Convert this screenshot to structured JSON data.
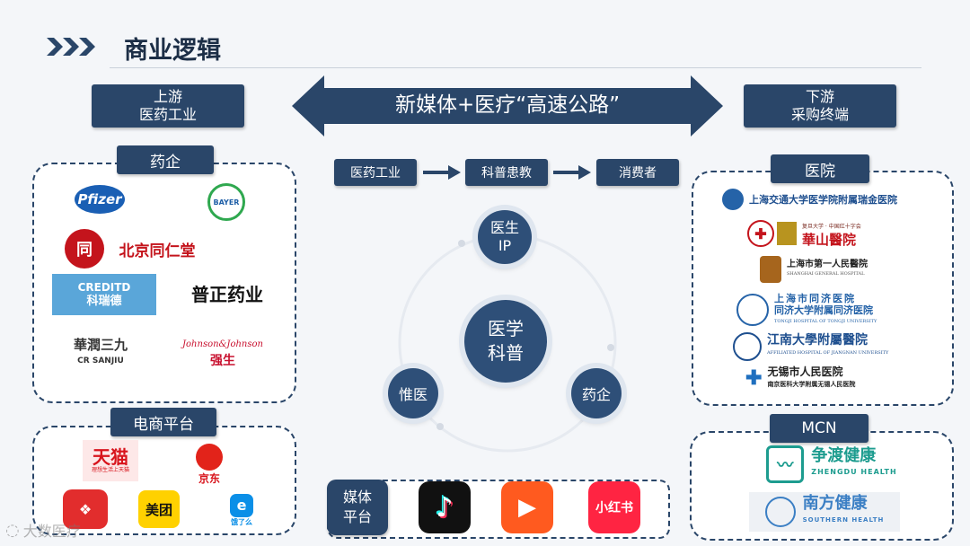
{
  "header": {
    "title": "商业逻辑"
  },
  "upstream": {
    "line1": "上游",
    "line2": "医药工业"
  },
  "downstream": {
    "line1": "下游",
    "line2": "采购终端"
  },
  "arrow_text": "新媒体+医疗“高速公路”",
  "pharma": {
    "label": "药企",
    "logos": [
      "Pfizer",
      "BAYER",
      "北京同仁堂",
      "CREDITD",
      "科瑞德",
      "普正药业",
      "華潤三九",
      "CR SANJIU",
      "Johnson&Johnson",
      "强生"
    ]
  },
  "ecommerce": {
    "label": "电商平台",
    "logos": [
      "天猫",
      "理想生活上天猫",
      "京东",
      "美团",
      "饿了么"
    ]
  },
  "flow": {
    "step1": "医药工业",
    "step2": "科普患教",
    "step3": "消费者"
  },
  "cycle": {
    "center": "医学\n科普",
    "doctor_line1": "医生",
    "doctor_line2": "IP",
    "pharma": "药企",
    "hospital": "惟医"
  },
  "media": {
    "label_line1": "媒体",
    "label_line2": "平台",
    "apps": [
      "小红书"
    ]
  },
  "hospitals": {
    "label": "医院",
    "items": [
      "上海交通大学医学院附属瑞金医院",
      "复旦大学 · 中国红十字会",
      "華山醫院",
      "上海市第一人民醫院",
      "SHANGHAI GENERAL HOSPITAL",
      "上海市同济医院",
      "同济大学附属同济医院",
      "TONGJI HOSPITAL OF TONGJI UNIVERSITY",
      "江南大學附屬醫院",
      "AFFILIATED HOSPITAL OF JIANGNAN UNIVERSITY",
      "无锡市人民医院",
      "南京医科大学附属无锡人民医院"
    ]
  },
  "mcn": {
    "label": "MCN",
    "items": [
      "争渡健康",
      "ZHENGDU HEALTH",
      "南方健康",
      "SOUTHERN HEALTH"
    ]
  },
  "watermark": "大数医疗"
}
